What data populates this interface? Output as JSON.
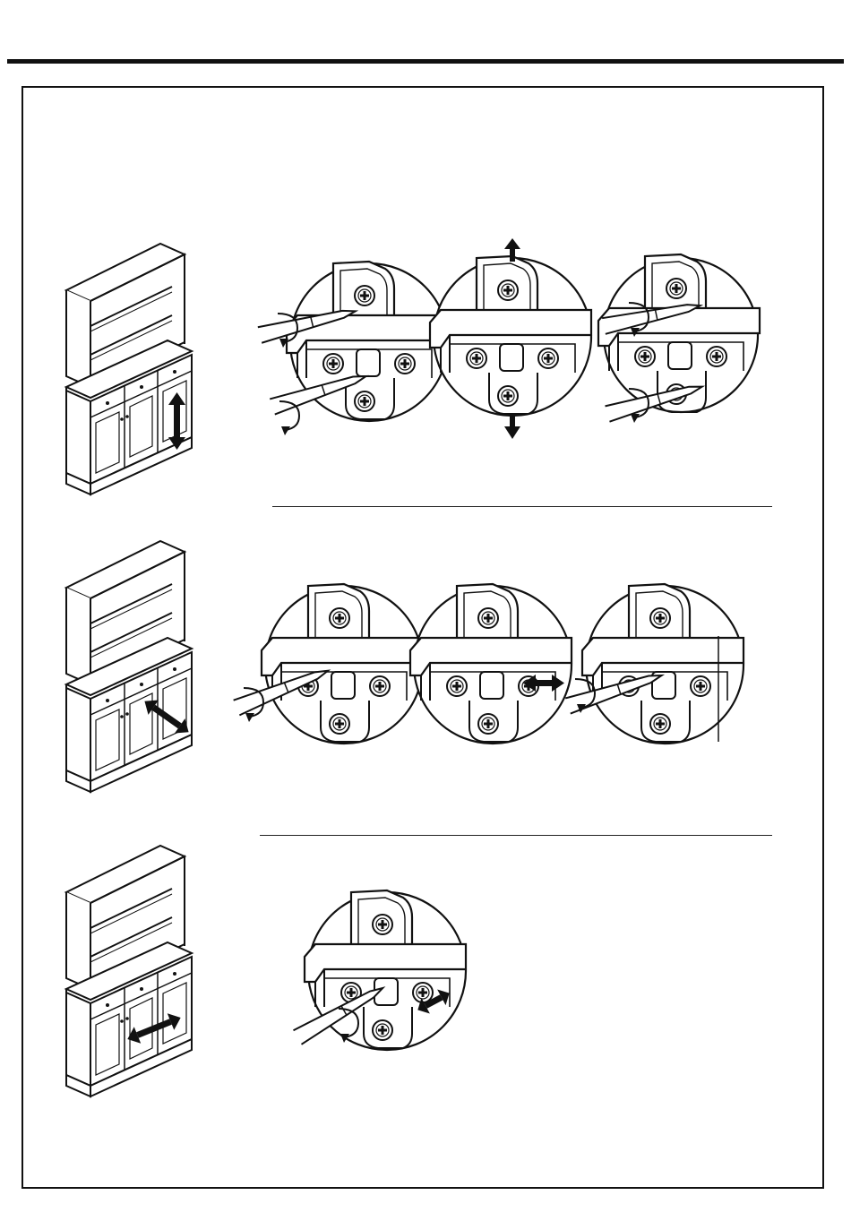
{
  "page": {
    "title": "",
    "steps": [
      {
        "id": "vertical-adjustment",
        "cabinet_arrow": "up-down-arrow-icon",
        "details": [
          "loosen-screws-detail",
          "move-hinge-up-down-detail",
          "tighten-screws-detail"
        ]
      },
      {
        "id": "depth-adjustment",
        "cabinet_arrow": "diagonal-arrow-icon",
        "details": [
          "turn-front-screw-detail",
          "move-hinge-in-out-detail",
          "tighten-front-screw-detail"
        ]
      },
      {
        "id": "side-adjustment",
        "cabinet_arrow": "left-right-arrow-icon",
        "details": [
          "turn-side-screw-detail"
        ]
      }
    ]
  },
  "colors": {
    "ink": "#111111",
    "paper": "#ffffff"
  }
}
